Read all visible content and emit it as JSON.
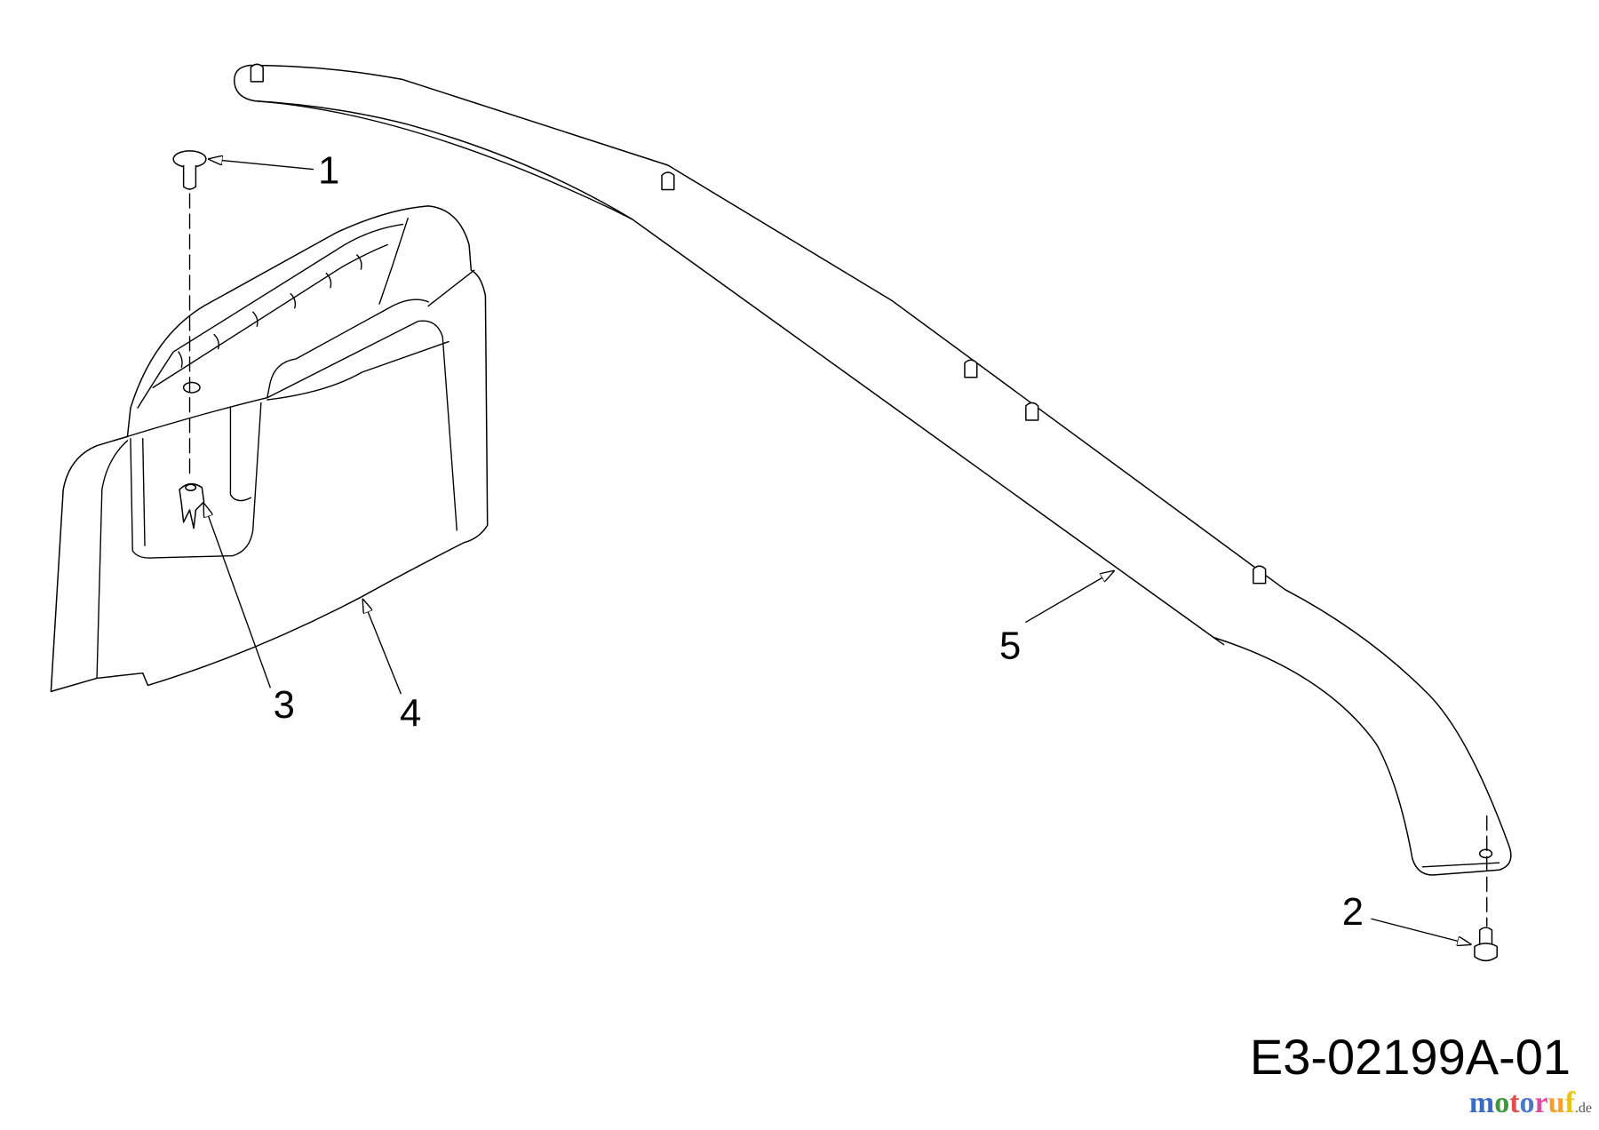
{
  "diagram": {
    "callouts": [
      {
        "id": "1",
        "label": "1"
      },
      {
        "id": "2",
        "label": "2"
      },
      {
        "id": "3",
        "label": "3"
      },
      {
        "id": "4",
        "label": "4"
      },
      {
        "id": "5",
        "label": "5"
      }
    ],
    "drawing_code": "E3-02199A-01",
    "watermark": {
      "text": "motoruf.de",
      "letters": [
        "m",
        "o",
        "t",
        "o",
        "r",
        "u",
        "f"
      ],
      "suffix": ".de",
      "colors": [
        "#3b6cc4",
        "#3b9a3b",
        "#e0504a",
        "#4a78c8",
        "#d94fa0",
        "#f0a030",
        "#e8c020"
      ]
    }
  }
}
